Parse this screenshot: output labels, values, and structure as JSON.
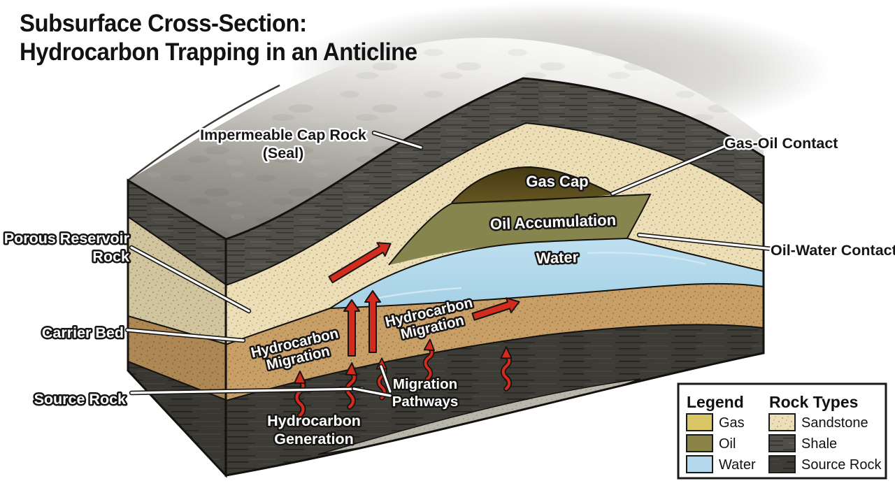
{
  "title": {
    "line1": "Subsurface Cross-Section:",
    "line2": "Hydrocarbon Trapping in an Anticline"
  },
  "labels": {
    "cap_rock_line1": "Impermeable Cap Rock",
    "cap_rock_line2": "(Seal)",
    "gas_oil_contact": "Gas-Oil Contact",
    "oil_water_contact": "Oil-Water Contact",
    "porous_reservoir_line1": "Porous Reservoir",
    "porous_reservoir_line2": "Rock",
    "carrier_bed": "Carrier Bed",
    "source_rock": "Source Rock",
    "gas_cap": "Gas Cap",
    "oil_accumulation": "Oil Accumulation",
    "water": "Water",
    "migration_line1": "Hydrocarbon",
    "migration_line2": "Migration",
    "migration_pathways_line1": "Migration",
    "migration_pathways_line2": "Pathways",
    "generation_line1": "Hydrocarbon",
    "generation_line2": "Generation"
  },
  "legend": {
    "header_fluids": "Legend",
    "header_rocks": "Rock Types",
    "fluids": [
      {
        "label": "Gas",
        "color": "#d9c666"
      },
      {
        "label": "Oil",
        "color": "#8a8446"
      },
      {
        "label": "Water",
        "color": "#b5d9ec"
      }
    ],
    "rocks": [
      {
        "label": "Sandstone",
        "color": "#ecdfb8"
      },
      {
        "label": "Shale",
        "color": "#4f4e48"
      },
      {
        "label": "Source Rock",
        "color": "#3c3b35"
      }
    ]
  },
  "colors": {
    "gas_cap_top": "#443911",
    "gas_cap_bottom": "#665723",
    "oil": "#87854e",
    "water": "#aed7ea",
    "sandstone": "#ecdfb8",
    "carrier_bed": "#c89f67",
    "shale": "#4f4e48",
    "source_rock": "#3c3b35",
    "arrow_red": "#d32b1e"
  }
}
